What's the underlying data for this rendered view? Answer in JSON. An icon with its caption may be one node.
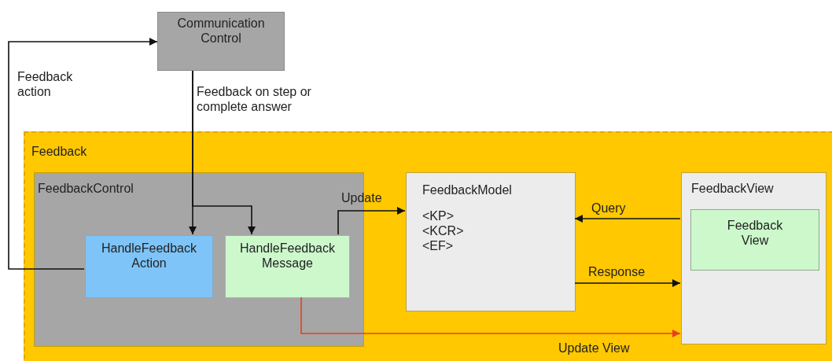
{
  "diagram": {
    "nodes": [
      {
        "text": [
          "Communication Control"
        ]
      },
      {
        "text": [
          "Feedback"
        ]
      },
      {
        "text": [
          "FeedbackControl"
        ],
        "in": 1
      },
      {
        "text": [
          "HandleFeedback Action"
        ],
        "in": 2
      },
      {
        "text": [
          "HandleFeedback Message"
        ],
        "in": 2
      },
      {
        "text": [
          "FeedbackModel",
          "<KP>",
          "<KCR>",
          "<EF>"
        ],
        "in": 1
      },
      {
        "text": [
          "FeedbackView"
        ],
        "in": 1
      },
      {
        "text": [
          "Feedback View"
        ],
        "in": 6
      }
    ],
    "edges": [
      {
        "from": 3,
        "to": 0,
        "arrow": "to",
        "label": "Feedback action"
      },
      {
        "from": 0,
        "to": 3,
        "arrow": "to",
        "label": "Feedback on step or complete answer"
      },
      {
        "from": 0,
        "to": 4,
        "arrow": "to"
      },
      {
        "from": 4,
        "to": 5,
        "arrow": "to",
        "label": "Update"
      },
      {
        "from": 6,
        "to": 5,
        "arrow": "to",
        "label": "Query"
      },
      {
        "from": 5,
        "to": 6,
        "arrow": "to",
        "label": "Response"
      },
      {
        "from": 4,
        "to": 6,
        "arrow": "to",
        "label": "Update View",
        "color": "#e8401c"
      }
    ]
  }
}
